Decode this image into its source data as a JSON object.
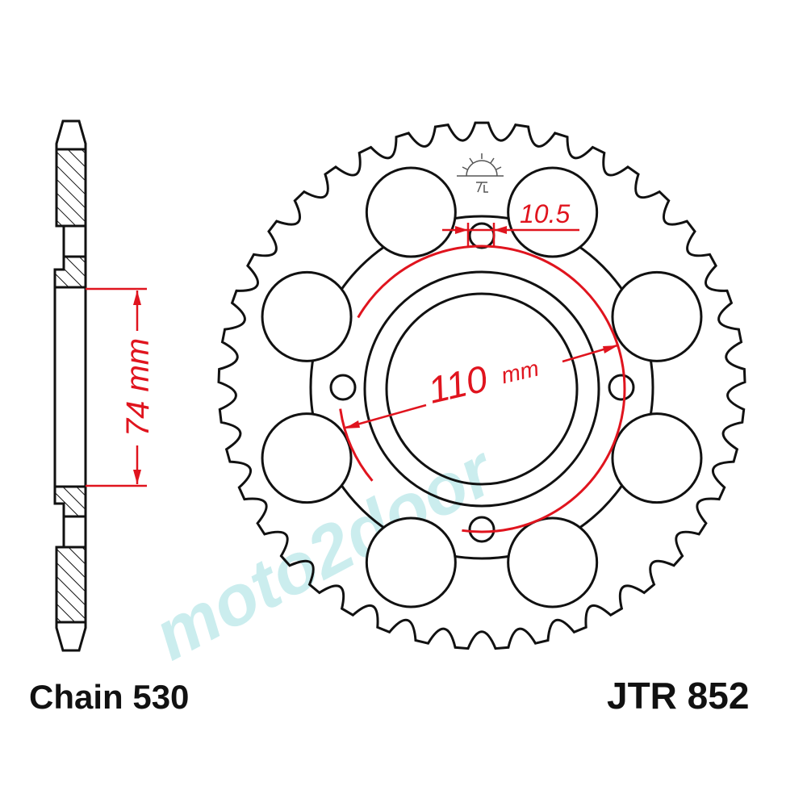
{
  "labels": {
    "chain": "Chain 530",
    "part_number": "JTR 852"
  },
  "dimensions": {
    "hub_width": "74 mm",
    "pcd_value": "110",
    "pcd_unit": "mm",
    "bolt_hole": "10.5"
  },
  "watermark": "moto2door",
  "sprocket": {
    "teeth": 41,
    "lightening_holes": 8,
    "bolt_holes": 4
  },
  "colors": {
    "line": "#111111",
    "dimension": "#e0141e",
    "watermark": "#bfe9ea"
  }
}
